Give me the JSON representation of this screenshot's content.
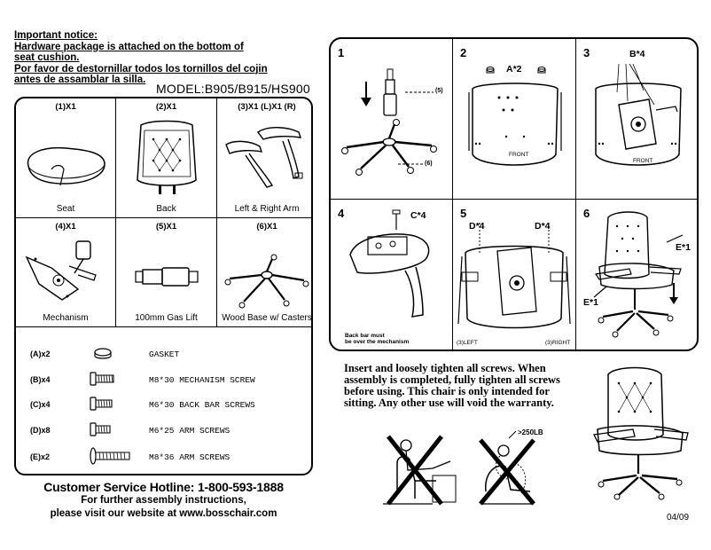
{
  "notice": {
    "heading": "Important notice:",
    "line1": "Hardware package is attached on the bottom of",
    "line2": "seat cushion.",
    "line3": "Por favor de destornillar todos los tornillos del cojin",
    "line4": "antes de assamblar la silla."
  },
  "model": "MODEL:B905/B915/HS900",
  "parts": [
    {
      "qty": "(1)X1",
      "label": "Seat"
    },
    {
      "qty": "(2)X1",
      "label": "Back"
    },
    {
      "qty": "(3)X1 (L)X1 (R)",
      "label": "Left & Right Arm"
    },
    {
      "qty": "(4)X1",
      "label": "Mechanism"
    },
    {
      "qty": "(5)X1",
      "label": "100mm Gas Lift"
    },
    {
      "qty": "(6)X1",
      "label": "Wood Base w/ Casters"
    }
  ],
  "hardware": [
    {
      "code": "(A)x2",
      "desc": "GASKET"
    },
    {
      "code": "(B)x4",
      "desc": "M8*30 MECHANISM SCREW"
    },
    {
      "code": "(C)x4",
      "desc": "M6*30 BACK BAR SCREWS"
    },
    {
      "code": "(D)x8",
      "desc": "M6*25 ARM SCREWS"
    },
    {
      "code": "(E)x2",
      "desc": "M8*36 ARM SCREWS"
    }
  ],
  "footer": {
    "hotline": "Customer Service Hotline: 1-800-593-1888",
    "further": "For further assembly instructions,",
    "website": "please visit our website at www.bosschair.com"
  },
  "steps": {
    "s1": {
      "num": "1",
      "label5": "(5)",
      "label6": "(6)"
    },
    "s2": {
      "num": "2",
      "ann": "A*2",
      "front": "FRONT"
    },
    "s3": {
      "num": "3",
      "ann": "B*4",
      "front": "FRONT"
    },
    "s4": {
      "num": "4",
      "ann": "C*4",
      "note1": "Back bar must",
      "note2": "be over the mechanism"
    },
    "s5": {
      "num": "5",
      "ann_l": "D*4",
      "ann_r": "D*4",
      "left": "(3)LEFT",
      "right": "(3)RIGHT"
    },
    "s6": {
      "num": "6",
      "ann_top": "E*1",
      "ann_bot": "E*1"
    }
  },
  "instructions": "Insert and loosely tighten all screws. When assembly is completed, fully tighten all screws before using. This chair is only intended for sitting. Any other use will void the warranty.",
  "weight_limit": ">250LB",
  "date": "04/09"
}
